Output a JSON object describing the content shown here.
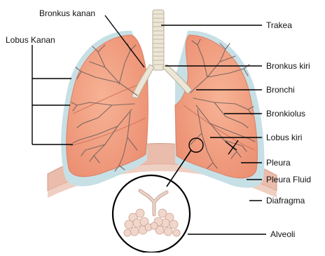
{
  "labels": {
    "bronkus_kanan": "Bronkus kanan",
    "lobus_kanan": "Lobus Kanan",
    "trakea": "Trakea",
    "bronkus_kiri": "Bronkus kiri",
    "bronchi": "Bronchi",
    "bronkiolus": "Bronkiolus",
    "lobus_kiri": "Lobus kiri",
    "pleura": "Pleura",
    "pleura_fluid": "Pleura Fluid",
    "diafragma": "Diafragma",
    "alveoli": "Alveoli"
  },
  "colors": {
    "lung": "#f3a183",
    "lung_dark": "#e98b6f",
    "pleura": "#bfdbe2",
    "diaphragm": "#e8b8a8",
    "trachea": "#e9e3d2",
    "vessel": "#7f6a66",
    "line": "#000000"
  }
}
